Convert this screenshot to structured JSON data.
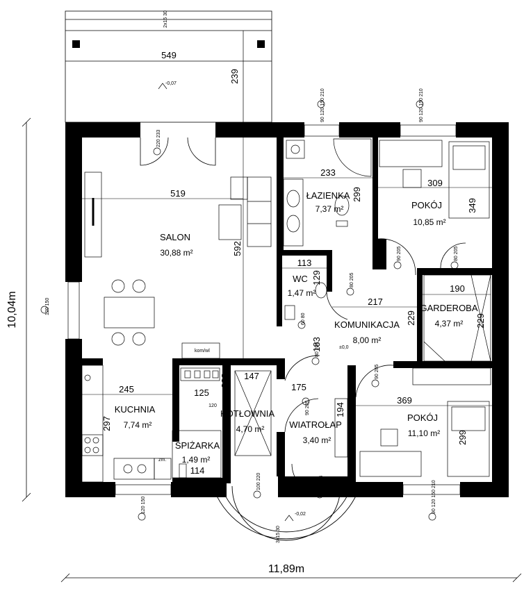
{
  "rooms": {
    "salon": {
      "name": "SALON",
      "area": "30,88 m²"
    },
    "lazienka": {
      "name": "ŁAZIENKA",
      "area": "7,37 m²"
    },
    "pokoj1": {
      "name": "POKÓJ",
      "area": "10,85 m²"
    },
    "wc": {
      "name": "WC",
      "area": "1,47 m²"
    },
    "garderoba": {
      "name": "GARDEROBA",
      "area": "4,37 m²"
    },
    "komunikacja": {
      "name": "KOMUNIKACJA",
      "area": "8,00 m²"
    },
    "kuchnia": {
      "name": "KUCHNIA",
      "area": "7,74 m²"
    },
    "kotlownia": {
      "name": "KOTŁOWNIA",
      "area": "4,70 m²"
    },
    "wiatrolap": {
      "name": "WIATROŁAP",
      "area": "3,40 m²"
    },
    "pokoj2": {
      "name": "POKÓJ",
      "area": "11,10 m²"
    },
    "spizarka": {
      "name": "SPIŻARKA",
      "area": "1,49 m²"
    }
  },
  "dimensions": {
    "overall_width": "11,89m",
    "overall_height": "10,04m",
    "terrace_width": "549",
    "terrace_depth": "239",
    "salon_width": "519",
    "salon_depth": "592",
    "lazienka_width": "233",
    "lazienka_depth": "299",
    "pokoj1_width": "309",
    "pokoj1_depth": "349",
    "wc_width": "113",
    "wc_depth": "129",
    "garderoba_width": "190",
    "garderoba_depth": "229",
    "komunikacja_width": "217",
    "komunikacja_depth": "229",
    "kom_small_1": "183",
    "kom_small_2": "175",
    "kuchnia_width": "245",
    "kuchnia_depth": "297",
    "kotlownia_width": "147",
    "kotlownia_depth": "238",
    "kotlownia_inner": "125",
    "kotlownia_inner_h": "120",
    "wiatrolap_depth": "194",
    "pokoj2_width": "369",
    "pokoj2_depth": "299",
    "spizarka_width": "114"
  },
  "annotations": {
    "terrace_level": "-0,07",
    "entrance_level": "-0,02",
    "kom_level": "±0,0",
    "chimney_label": "kom/wl",
    "fridge_label": "zm.",
    "terrace_tag": "2x15 30",
    "entrance_tag": "3x15 30"
  },
  "window_tags": {
    "salon_door": "220 233",
    "lazienka": "90 120 150 210",
    "pokoj1": "90 120 150 210",
    "salon_left": "120 150",
    "wc": "60 80",
    "lazienka_door": "80 205",
    "pokoj1_door": "90 205",
    "garderoba_door": "80 205",
    "kom_door": "90 205",
    "kotlownia_door": "80 205",
    "wiatrolap_door": "90 205",
    "kuchnia_window": "120 150",
    "entrance": "100 220",
    "wiatrolap_window": "90 226",
    "pokoj2_window": "90 120 150 210"
  }
}
